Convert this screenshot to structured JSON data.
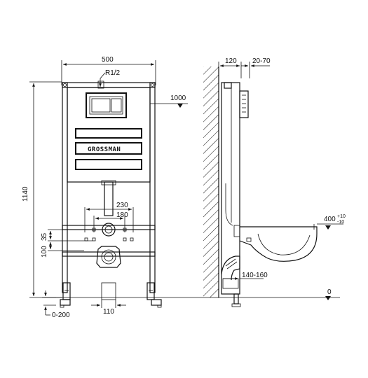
{
  "front_view": {
    "width_label": "500",
    "height_label": "1140",
    "thread_label": "R1/2",
    "brand_label": "GROSSMAN",
    "level_label": "1000",
    "offset_230_label": "230",
    "offset_180_label": "180",
    "pipe_label": "110",
    "adjust_label": "0-200",
    "height_100_label": "100",
    "height_35_label": "35"
  },
  "side_view": {
    "depth_label": "120",
    "button_depth_label": "20-70",
    "bowl_height_label": "400",
    "bowl_tol_plus_label": "+10",
    "bowl_tol_minus_label": "-10",
    "outlet_label": "140-160",
    "floor_label": "0"
  }
}
